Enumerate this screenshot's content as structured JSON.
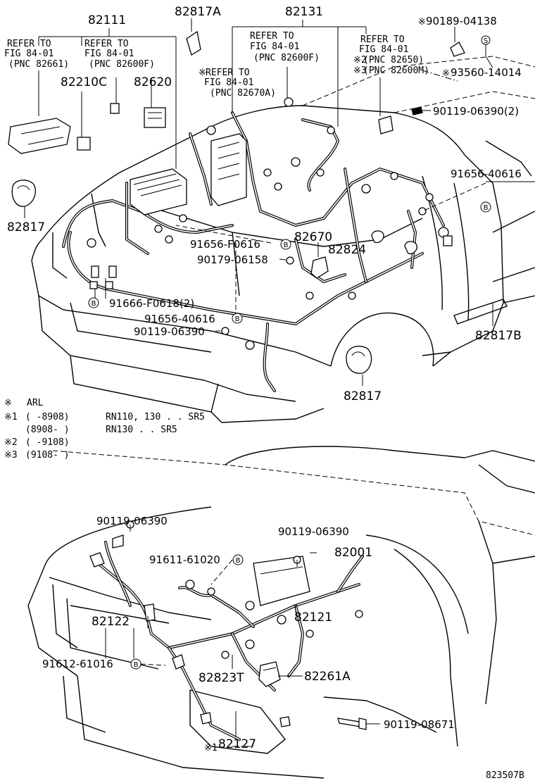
{
  "parts": {
    "p82111": "82111",
    "p82817A": "82817A",
    "p82131": "82131",
    "p90189_04138": "90189-04138",
    "p93560_14014": "93560-14014",
    "p82210C": "82210C",
    "p82620": "82620",
    "p90119_06390_2": "90119-06390(2)",
    "p91656_40616_a": "91656-40616",
    "p82817_a": "82817",
    "p91656_F0616": "91656-F0616",
    "p82670": "82670",
    "p90179_06158": "90179-06158",
    "p82824": "82824",
    "p91666_F0618": "91666-F0618(2)",
    "p91656_40616_b": "91656-40616",
    "p90119_06390_a": "90119-06390",
    "p82817B": "82817B",
    "p82817_b": "82817",
    "p90119_06390_b": "90119-06390",
    "p90119_06390_c": "90119-06390",
    "p82001": "82001",
    "p91611_61020": "91611-61020",
    "p82122": "82122",
    "p82121": "82121",
    "p91612_61016": "91612-61016",
    "p82823T": "82823T",
    "p82261A": "82261A",
    "p90119_08671": "90119-08671",
    "p82127": "82127"
  },
  "refs": {
    "r1": [
      "REFER TO",
      "FIG 84-01",
      "(PNC 82661)"
    ],
    "r2": [
      "REFER TO",
      "FIG 84-01",
      "(PNC 82600F)"
    ],
    "r3": [
      "REFER TO",
      "FIG 84-01",
      "(PNC 82600F)"
    ],
    "r4": [
      "REFER TO",
      "FIG 84-01",
      "(PNC 82650)",
      "(PNC 82600M)"
    ],
    "r5": [
      "REFER TO",
      "FIG 84-01",
      "(PNC 82670A)"
    ]
  },
  "marks": {
    "star": "※",
    "star1": "※1",
    "star2": "※2",
    "star3": "※3",
    "circled_b": "B",
    "circled_s": "S"
  },
  "notes": {
    "n0": "ARL",
    "n1a": "(      -8908)",
    "n1b": "RN110, 130 . . SR5",
    "n1c": "(8908-      )",
    "n1d": "RN130 . . SR5",
    "n2": "(      -9108)",
    "n3": "(9108-      )"
  },
  "figure_id": "823507B"
}
